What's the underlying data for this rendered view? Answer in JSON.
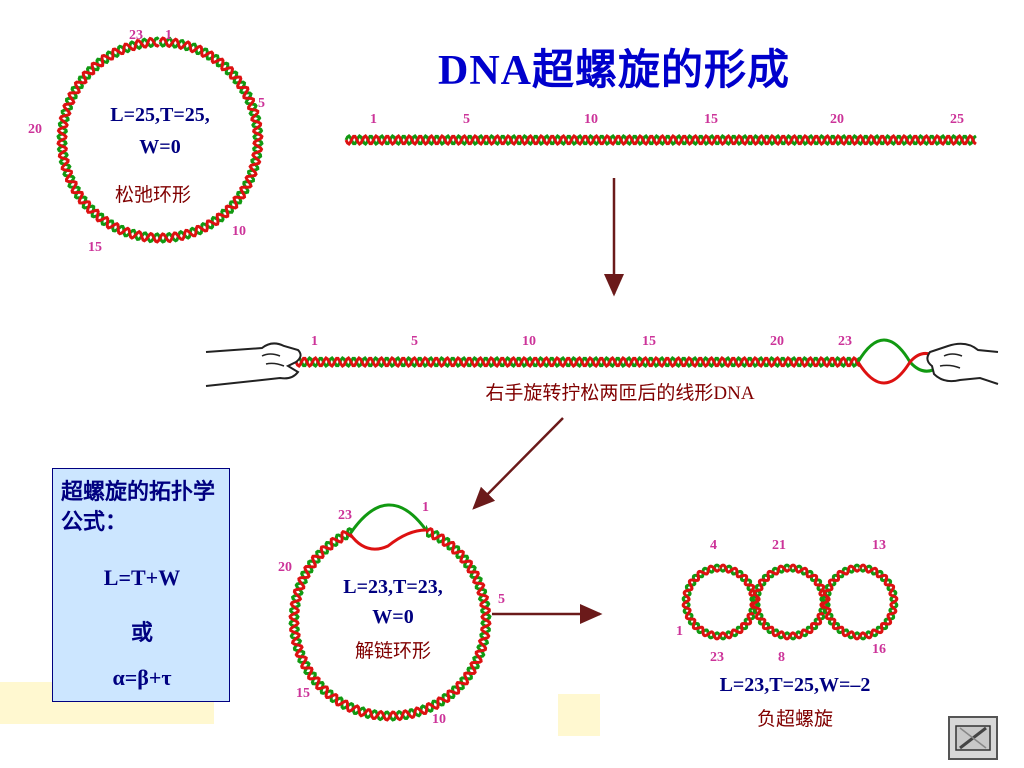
{
  "title": "DNA超螺旋的形成",
  "relaxed": {
    "params": "L=25,T=25,",
    "params2": "W=0",
    "caption": "松弛环形",
    "ticks": [
      "23",
      "1",
      "5",
      "20",
      "10",
      "15"
    ]
  },
  "linear_top": {
    "ticks": [
      "1",
      "5",
      "10",
      "15",
      "20",
      "25"
    ]
  },
  "linear_unwound": {
    "ticks": [
      "1",
      "5",
      "10",
      "15",
      "20",
      "23"
    ],
    "caption": "右手旋转拧松两匝后的线形DNA"
  },
  "unwound_circle": {
    "params": "L=23,T=23,",
    "params2": "W=0",
    "caption": "解链环形",
    "ticks": [
      "23",
      "1",
      "20",
      "5",
      "15",
      "10"
    ]
  },
  "supercoil": {
    "params": "L=23,T=25,W=–2",
    "caption": "负超螺旋",
    "ticks": [
      "4",
      "21",
      "13",
      "1",
      "23",
      "8",
      "16"
    ]
  },
  "formula": {
    "heading": "超螺旋的拓扑学公式：",
    "eq1": "L=T+W",
    "or": "或",
    "eq2": "α=β+τ"
  },
  "colors": {
    "strand_red": "#dd1111",
    "strand_green": "#119911",
    "tick_magenta": "#cc3399",
    "label_navy": "#000080",
    "caption_maroon": "#800000",
    "title_blue": "#0000cc",
    "formula_bg": "#cce6ff"
  },
  "icons": [
    "hand-left-icon",
    "hand-right-icon",
    "next-slide-icon"
  ]
}
